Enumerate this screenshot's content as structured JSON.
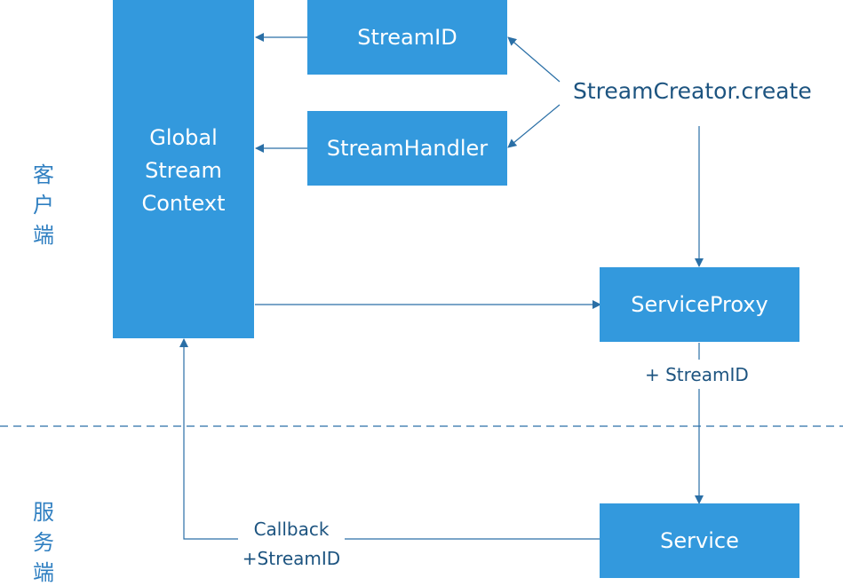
{
  "regions": {
    "client_chars": [
      "客",
      "户",
      "端"
    ],
    "server_chars": [
      "服",
      "务",
      "端"
    ]
  },
  "nodes": {
    "global_context": "Global\nStream\nContext",
    "stream_id": "StreamID",
    "stream_handler": "StreamHandler",
    "service_proxy": "ServiceProxy",
    "service": "Service"
  },
  "labels": {
    "creator": "StreamCreator.create",
    "proxy_to_service": "+ StreamID",
    "callback_line1": "Callback",
    "callback_line2": "+StreamID"
  },
  "colors": {
    "box": "#3399dd",
    "line": "#2a6fa6",
    "text": "#1d5480",
    "region_text": "#2f7fc1"
  }
}
